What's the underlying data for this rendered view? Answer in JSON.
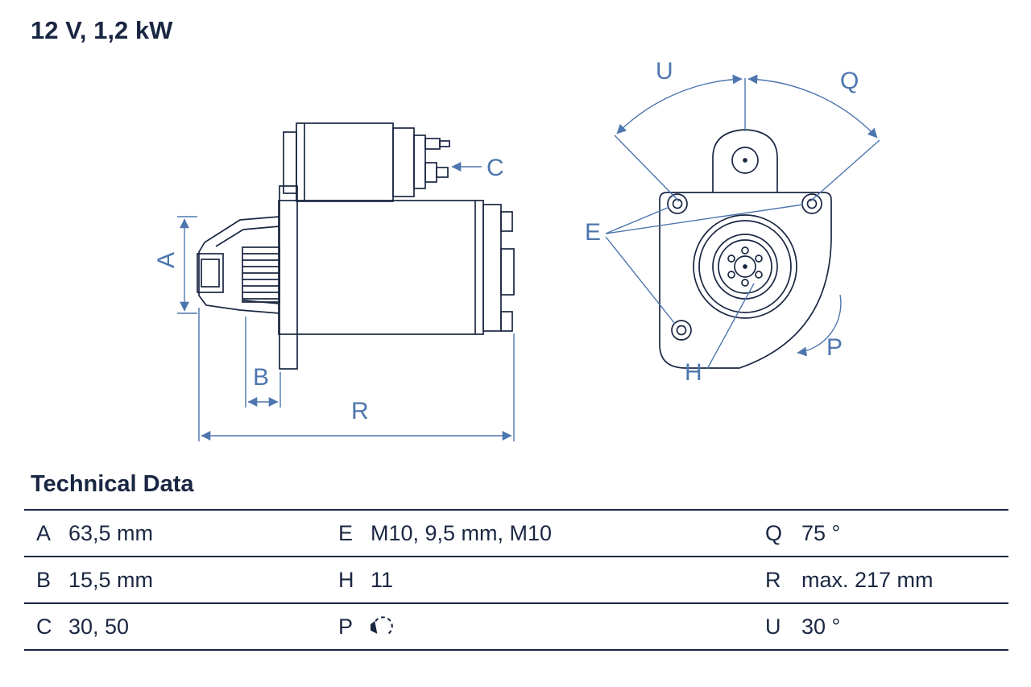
{
  "title": "12 V, 1,2 kW",
  "colors": {
    "navy": "#1a2742",
    "blue": "#4d76ae"
  },
  "diagram": {
    "description": "Starter motor technical drawing: side view with dimensions A, B, C, R and front flange view with angle/position labels U, Q, E, H, P",
    "labels": {
      "A": "A",
      "B": "B",
      "C": "C",
      "R": "R",
      "U": "U",
      "Q": "Q",
      "E": "E",
      "H": "H",
      "P": "P"
    }
  },
  "technical_data": {
    "heading": "Technical Data",
    "rows": [
      {
        "c1": {
          "key": "A",
          "value": "63,5 mm"
        },
        "c2": {
          "key": "E",
          "value": "M10, 9,5 mm, M10"
        },
        "c3": {
          "key": "Q",
          "value": "75 °"
        }
      },
      {
        "c1": {
          "key": "B",
          "value": "15,5 mm"
        },
        "c2": {
          "key": "H",
          "value": "11"
        },
        "c3": {
          "key": "R",
          "value": "max. 217 mm"
        }
      },
      {
        "c1": {
          "key": "C",
          "value": "30, 50"
        },
        "c2": {
          "key": "P",
          "value": "",
          "icon": "counterclockwise-rotation-arrow"
        },
        "c3": {
          "key": "U",
          "value": "30 °"
        }
      }
    ]
  }
}
